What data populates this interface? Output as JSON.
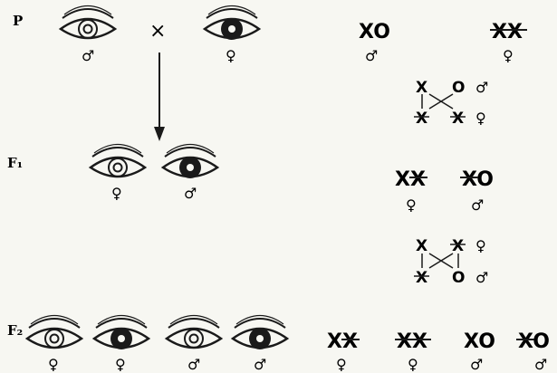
{
  "generations": {
    "p": "P",
    "f1": "F₁",
    "f2": "F₂"
  },
  "cross_sign": "×",
  "sex": {
    "male": "♂",
    "female": "♀"
  },
  "chromosomes": {
    "x": "X",
    "o": "O",
    "star": "∗"
  },
  "eye_colors": {
    "white": "white-eye",
    "red": "dark-eye"
  },
  "parents": [
    {
      "eye": "white",
      "sex": "male",
      "genotype": "XO"
    },
    {
      "eye": "dark",
      "sex": "female",
      "genotype": "X*X*"
    }
  ],
  "f1_offspring": [
    {
      "eye": "white",
      "sex": "female",
      "genotype": "XX*"
    },
    {
      "eye": "dark",
      "sex": "male",
      "genotype": "X*O"
    }
  ],
  "f2_offspring": [
    {
      "eye": "white",
      "sex": "female",
      "genotype": "XX*"
    },
    {
      "eye": "dark",
      "sex": "female",
      "genotype": "X*X*"
    },
    {
      "eye": "white",
      "sex": "male",
      "genotype": "XO"
    },
    {
      "eye": "dark",
      "sex": "male",
      "genotype": "X*O"
    }
  ]
}
